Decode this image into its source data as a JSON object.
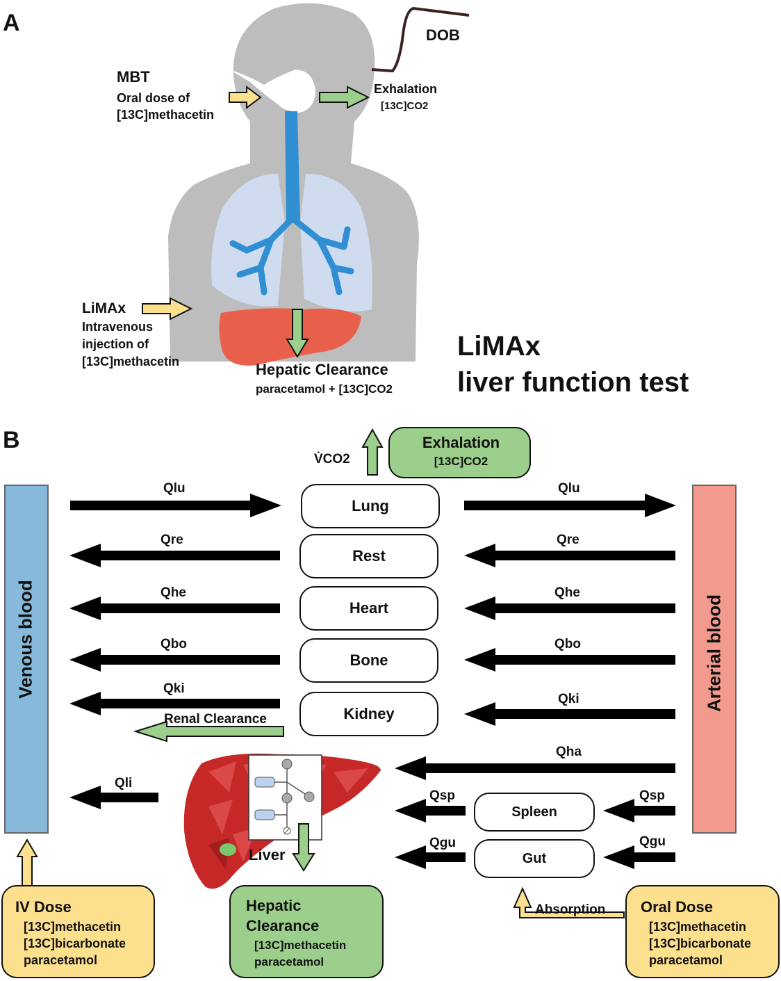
{
  "panelA": {
    "label": "A",
    "dob": "DOB",
    "mbt_title": "MBT",
    "mbt_line1": "Oral dose of",
    "mbt_line2": "[13C]methacetin",
    "exhalation_title": "Exhalation",
    "exhalation_sub": "[13C]CO2",
    "limax_title": "LiMAx",
    "limax_line1": "Intravenous",
    "limax_line2": "injection of",
    "limax_line3": "[13C]methacetin",
    "hepatic_title": "Hepatic Clearance",
    "hepatic_sub": "paracetamol + [13C]CO2",
    "big_title_1": "LiMAx",
    "big_title_2": "liver function test"
  },
  "panelB": {
    "label": "B",
    "vco2": "V̇CO2",
    "exhalation_title": "Exhalation",
    "exhalation_sub": "[13C]CO2",
    "venous": "Venous blood",
    "arterial": "Arterial blood",
    "organs": {
      "lung": "Lung",
      "rest": "Rest",
      "heart": "Heart",
      "bone": "Bone",
      "kidney": "Kidney",
      "spleen": "Spleen",
      "gut": "Gut",
      "liver": "Liver"
    },
    "flows": {
      "qlu": "Qlu",
      "qre": "Qre",
      "qhe": "Qhe",
      "qbo": "Qbo",
      "qki": "Qki",
      "qha": "Qha",
      "qli": "Qli",
      "qsp": "Qsp",
      "qgu": "Qgu"
    },
    "renal_clearance": "Renal Clearance",
    "absorption": "Absorption",
    "iv_dose": {
      "title": "IV Dose",
      "items": [
        "[13C]methacetin",
        "[13C]bicarbonate",
        "paracetamol"
      ]
    },
    "hepatic_clearance": {
      "title_1": "Hepatic",
      "title_2": "Clearance",
      "items": [
        "[13C]methacetin",
        "paracetamol"
      ]
    },
    "oral_dose": {
      "title": "Oral Dose",
      "items": [
        "[13C]methacetin",
        "[13C]bicarbonate",
        "paracetamol"
      ]
    }
  },
  "colors": {
    "venous": "#87b9da",
    "arterial": "#f39a8f",
    "green": "#9ccf8b",
    "yellow": "#fde08e",
    "body_gray": "#bdbdbd",
    "lung_blue": "#cfdcf0",
    "airway_blue": "#2f8fd2",
    "liver_red": "#e8604b"
  }
}
